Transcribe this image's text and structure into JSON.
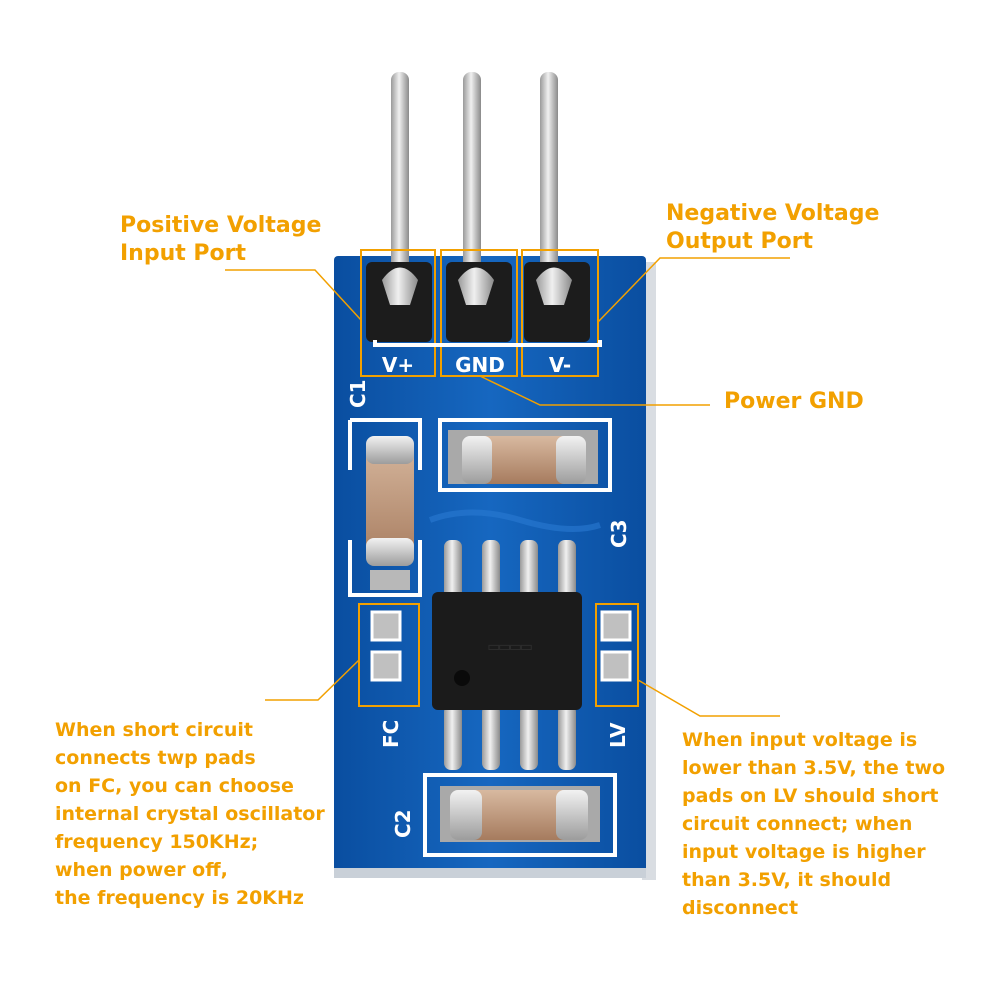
{
  "labels": {
    "positive_input": [
      "Positive Voltage",
      "Input Port"
    ],
    "negative_output": [
      "Negative Voltage",
      "Output Port"
    ],
    "power_gnd": "Power GND"
  },
  "silkscreen": {
    "pin_vplus": "V+",
    "pin_gnd": "GND",
    "pin_vminus": "V-",
    "c1": "C1",
    "c2": "C2",
    "c3": "C3",
    "fc": "FC",
    "lv": "LV"
  },
  "notes": {
    "fc": [
      "When short circuit",
      "connects twp pads",
      "on FC, you can choose",
      "internal crystal oscillator",
      "frequency 150KHz;",
      "when power off,",
      "the frequency is 20KHz"
    ],
    "lv": [
      "When input voltage is",
      "lower than 3.5V, the two",
      "pads on LV should short",
      "circuit connect; when",
      "input voltage is higher",
      "than 3.5V, it should",
      "disconnect"
    ]
  },
  "colors": {
    "accent": "#f2a000",
    "pcb": "#0f5db3",
    "silkscreen": "#ffffff"
  }
}
